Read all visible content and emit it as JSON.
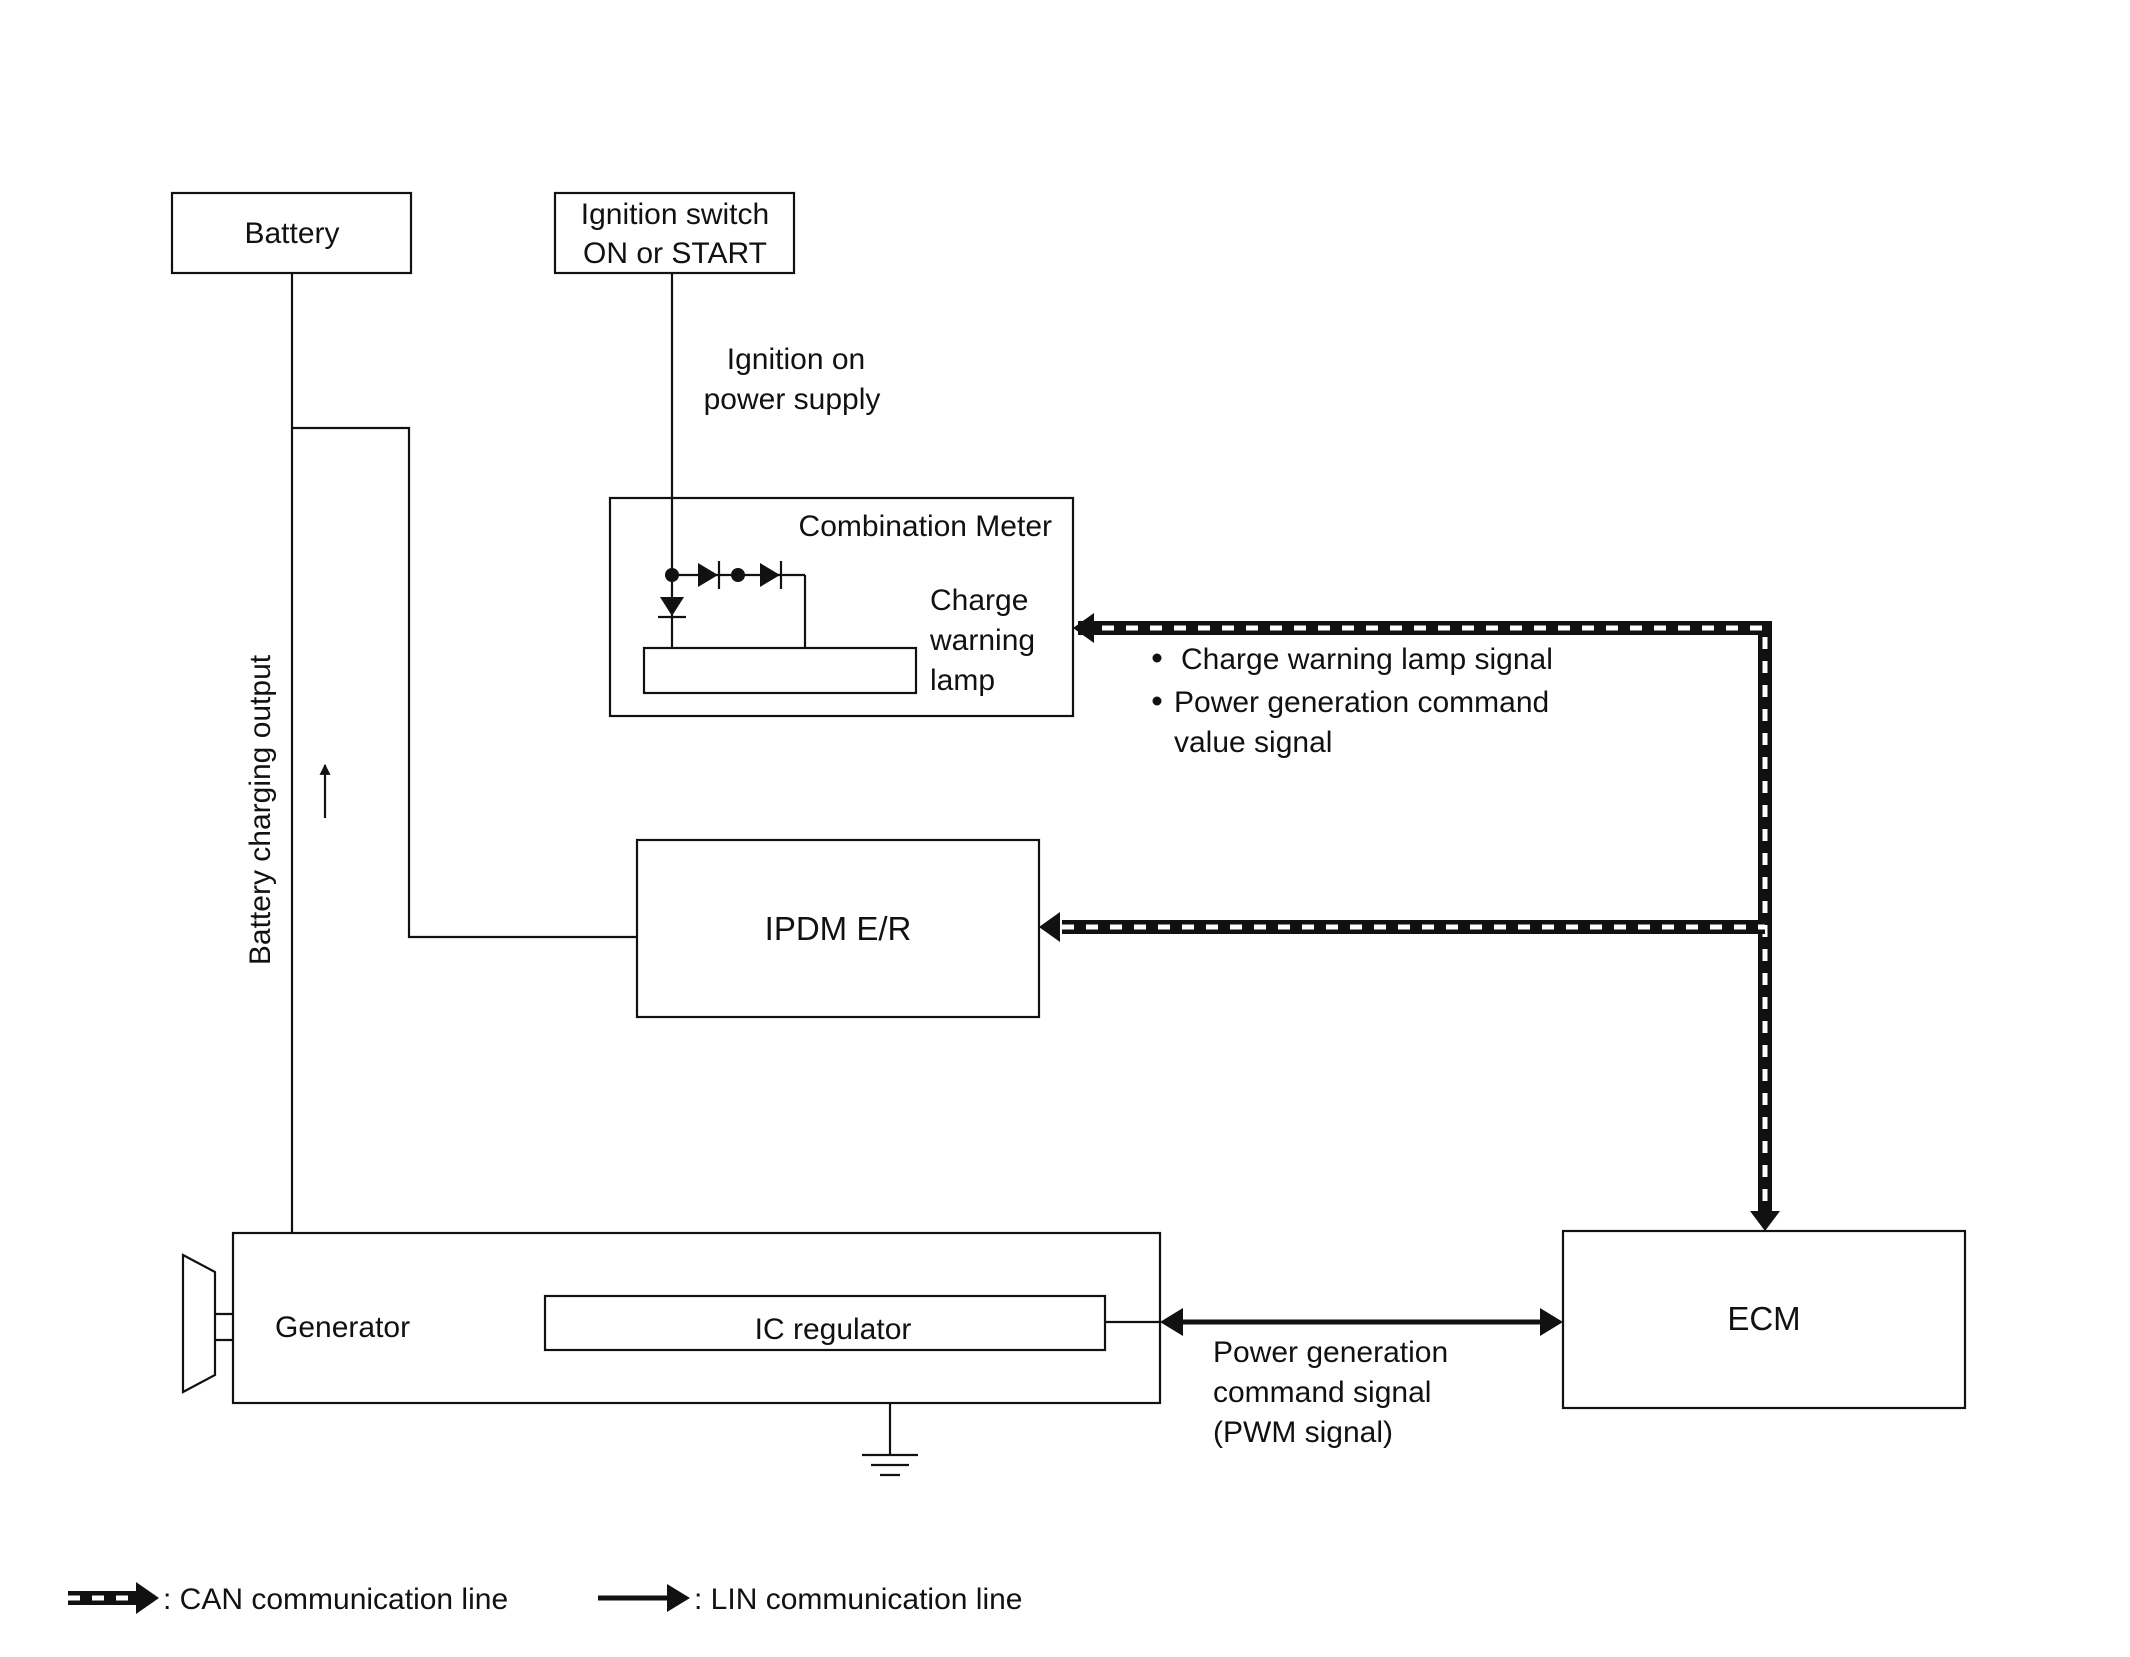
{
  "blocks": {
    "battery": "Battery",
    "ignition_line1": "Ignition switch",
    "ignition_line2": "ON or START",
    "combination_meter": "Combination Meter",
    "charge_lamp_line1": "Charge",
    "charge_lamp_line2": "warning",
    "charge_lamp_line3": "lamp",
    "ipdm": "IPDM E/R",
    "generator": "Generator",
    "ic_regulator": "IC regulator",
    "ecm": "ECM"
  },
  "labels": {
    "ignition_power_line1": "Ignition on",
    "ignition_power_line2": "power supply",
    "battery_charging_output": "Battery charging output",
    "can_signal_1": "Charge warning lamp signal",
    "can_signal_2_line1": "Power generation command",
    "can_signal_2_line2": "value signal",
    "lin_signal_line1": "Power generation",
    "lin_signal_line2": "command signal",
    "lin_signal_line3": "(PWM signal)"
  },
  "legend": {
    "can": ": CAN communication line",
    "lin": ": LIN communication line"
  },
  "colors": {
    "line": "#111111",
    "background": "#ffffff"
  }
}
